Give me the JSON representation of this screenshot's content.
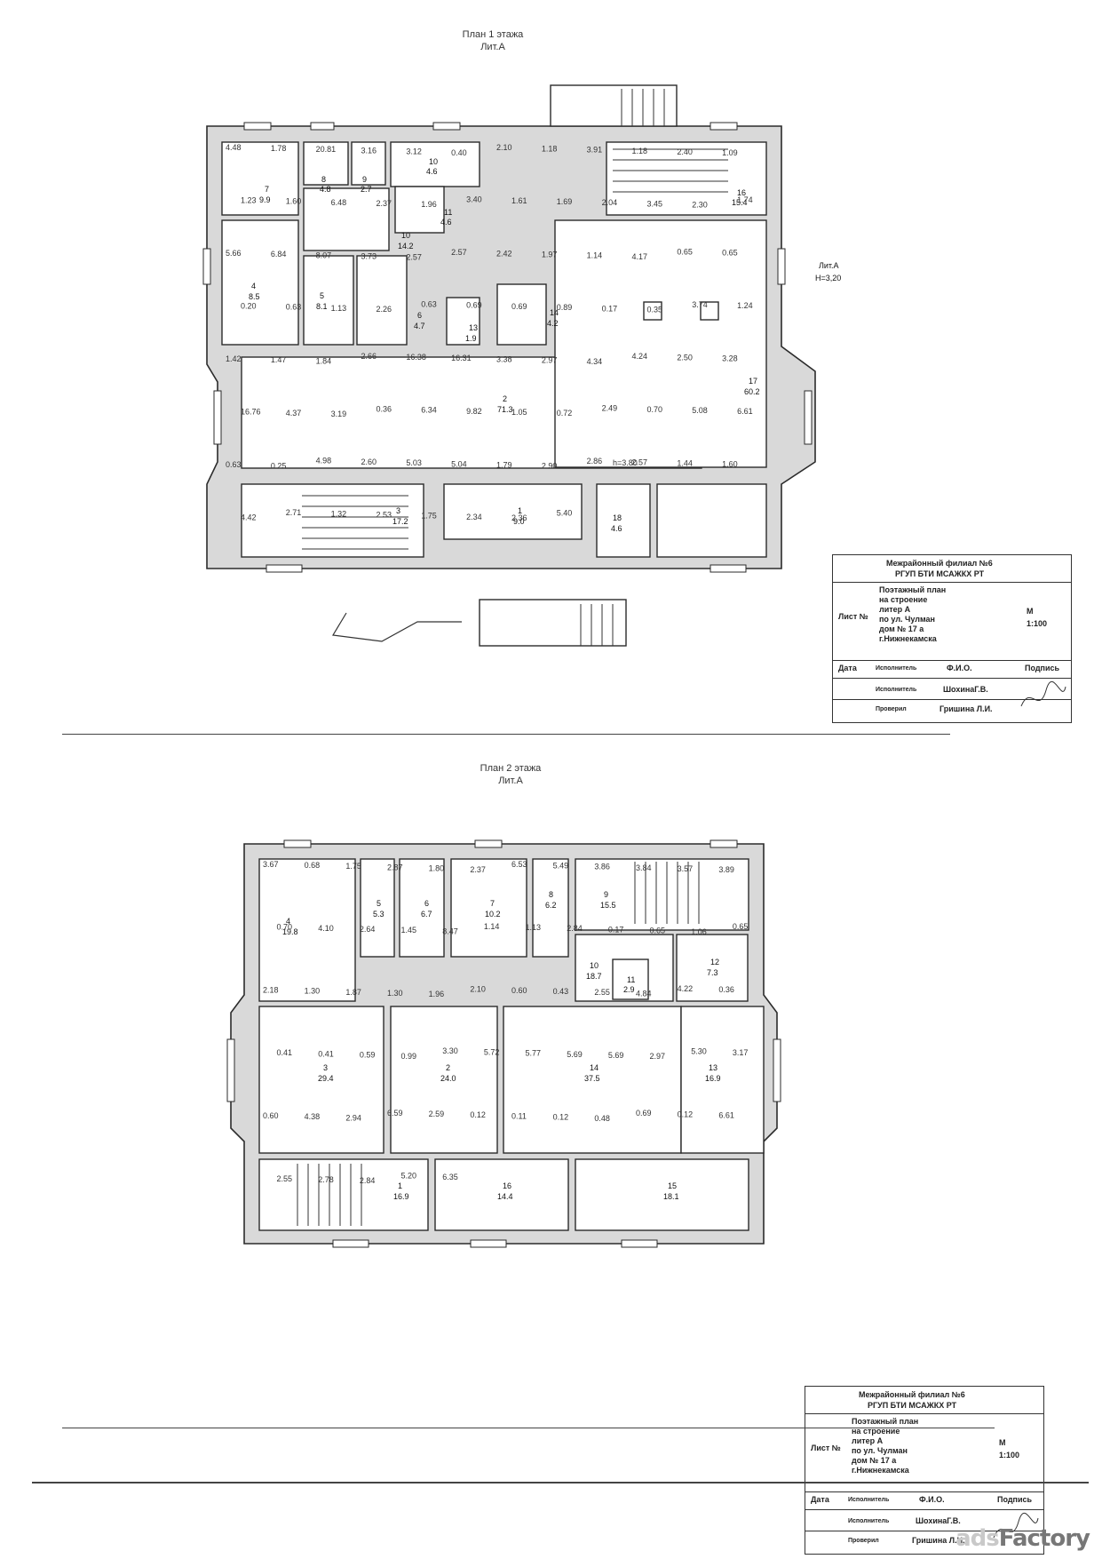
{
  "floor1": {
    "title": "План 1 этажа",
    "subtitle": "Лит.А",
    "label_lit": "Лит.А",
    "label_height": "Н=3,20",
    "label_h2": "h=3.80",
    "rooms": [
      {
        "no": "7",
        "area": "9.9"
      },
      {
        "no": "8",
        "area": "4.8"
      },
      {
        "no": "9",
        "area": "2.7"
      },
      {
        "no": "10",
        "area": "4.6"
      },
      {
        "no": "11",
        "area": "4.6"
      },
      {
        "no": "16",
        "area": "15.4"
      },
      {
        "no": "10",
        "area": "14.2"
      },
      {
        "no": "4",
        "area": "8.5"
      },
      {
        "no": "5",
        "area": "8.1"
      },
      {
        "no": "6",
        "area": "4.7"
      },
      {
        "no": "13",
        "area": "1.9"
      },
      {
        "no": "14",
        "area": "4.2"
      },
      {
        "no": "2",
        "area": "71.3"
      },
      {
        "no": "17",
        "area": "60.2"
      },
      {
        "no": "3",
        "area": "17.2"
      },
      {
        "no": "1",
        "area": "9.0"
      },
      {
        "no": "18",
        "area": "4.6"
      }
    ],
    "dims": [
      "4.48",
      "1.78",
      "20.81",
      "3.16",
      "3.12",
      "0.40",
      "2.10",
      "1.18",
      "3.91",
      "1.18",
      "2.40",
      "1.09",
      "1.23",
      "1.60",
      "6.48",
      "2.37",
      "1.96",
      "3.40",
      "1.61",
      "1.69",
      "2.04",
      "3.45",
      "2.30",
      "1.74",
      "5.66",
      "6.84",
      "8.07",
      "3.73",
      "2.57",
      "2.57",
      "2.42",
      "1.97",
      "1.14",
      "4.17",
      "0.65",
      "0.65",
      "0.20",
      "0.63",
      "1.13",
      "2.26",
      "0.63",
      "0.69",
      "0.69",
      "0.89",
      "0.17",
      "0.35",
      "3.74",
      "1.24",
      "1.42",
      "1.47",
      "1.84",
      "2.66",
      "16.38",
      "16.31",
      "3.38",
      "2.97",
      "4.34",
      "4.24",
      "2.50",
      "3.28",
      "16.76",
      "4.37",
      "3.19",
      "0.36",
      "6.34",
      "9.82",
      "1.05",
      "0.72",
      "2.49",
      "0.70",
      "5.08",
      "6.61",
      "0.63",
      "0.25",
      "4.98",
      "2.60",
      "5.03",
      "5.04",
      "1.79",
      "2.90",
      "2.86",
      "2.57",
      "1.44",
      "1.60",
      "4.42",
      "2.71",
      "1.32",
      "2.53",
      "1.75",
      "2.34",
      "2.36",
      "5.40"
    ]
  },
  "floor2": {
    "title": "План 2 этажа",
    "subtitle": "Лит.А",
    "rooms": [
      {
        "no": "4",
        "area": "19.8"
      },
      {
        "no": "5",
        "area": "5.3"
      },
      {
        "no": "6",
        "area": "6.7"
      },
      {
        "no": "7",
        "area": "10.2"
      },
      {
        "no": "8",
        "area": "6.2"
      },
      {
        "no": "9",
        "area": "15.5"
      },
      {
        "no": "10",
        "area": "18.7"
      },
      {
        "no": "12",
        "area": "7.3"
      },
      {
        "no": "11",
        "area": "2.9"
      },
      {
        "no": "3",
        "area": "29.4"
      },
      {
        "no": "2",
        "area": "24.0"
      },
      {
        "no": "14",
        "area": "37.5"
      },
      {
        "no": "13",
        "area": "16.9"
      },
      {
        "no": "1",
        "area": "16.9"
      },
      {
        "no": "16",
        "area": "14.4"
      },
      {
        "no": "15",
        "area": "18.1"
      }
    ],
    "dims": [
      "3.67",
      "0.68",
      "1.75",
      "2.87",
      "1.80",
      "2.37",
      "6.53",
      "5.49",
      "3.86",
      "3.84",
      "3.57",
      "3.89",
      "0.70",
      "4.10",
      "2.64",
      "1.45",
      "8.47",
      "1.14",
      "1.13",
      "2.84",
      "0.17",
      "0.65",
      "1.06",
      "0.65",
      "2.18",
      "1.30",
      "1.87",
      "1.30",
      "1.96",
      "2.10",
      "0.60",
      "0.43",
      "2.55",
      "4.84",
      "4.22",
      "0.36",
      "0.41",
      "0.41",
      "0.59",
      "0.99",
      "3.30",
      "5.72",
      "5.77",
      "5.69",
      "5.69",
      "2.97",
      "5.30",
      "3.17",
      "0.60",
      "4.38",
      "2.94",
      "6.59",
      "2.59",
      "0.12",
      "0.11",
      "0.12",
      "0.48",
      "0.69",
      "0.12",
      "6.61",
      "2.55",
      "2.78",
      "2.84",
      "5.20",
      "6.35"
    ]
  },
  "stamp": {
    "org1": "Межрайонный филиал №6",
    "org2": "РГУП БТИ МСАЖКХ РТ",
    "sheet_label": "Лист №",
    "desc": [
      "Поэтажный план",
      "на строение",
      "литер А",
      "по ул. Чулман",
      "дом № 17 а",
      "г.Нижнекамска"
    ],
    "scale_label": "М",
    "scale": "1:100",
    "col_date": "Дата",
    "col_role": "Исполнитель",
    "col_name": "Ф.И.О.",
    "col_sign": "Подпись",
    "row1_role": "Исполнитель",
    "row1_name": "ШохинаГ.В.",
    "row2_role": "Проверил",
    "row2_name": "Гришина Л.И."
  },
  "watermark": {
    "part1": "ads",
    "part2": "Factory"
  },
  "colors": {
    "ink": "#2b2b2b",
    "wall": "#d9d9d9",
    "paper": "#ffffff"
  }
}
